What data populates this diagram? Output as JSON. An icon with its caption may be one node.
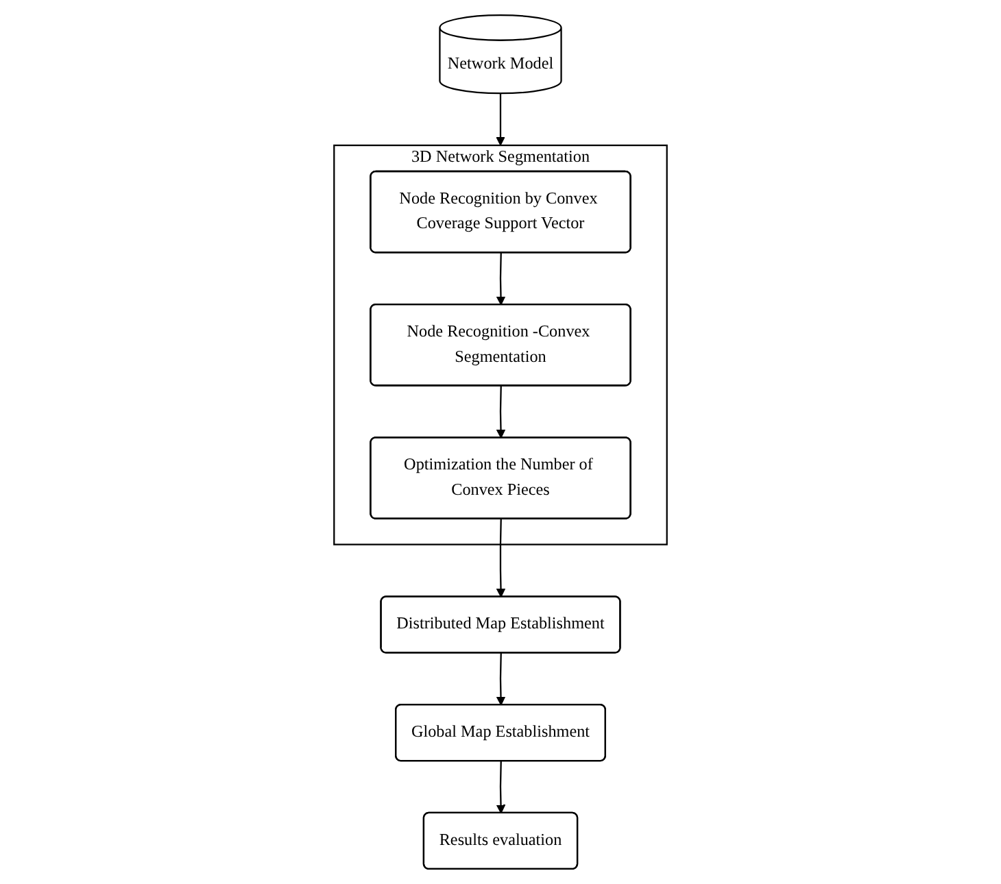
{
  "diagram": {
    "nodes": [
      {
        "text": [
          "Network Model"
        ]
      },
      {
        "text": [
          "3D Network Segmentation"
        ]
      },
      {
        "text": [
          "Node Recognition by Convex Coverage Support Vector"
        ],
        "in": 1
      },
      {
        "text": [
          "Node Recognition -Convex Segmentation"
        ],
        "in": 1
      },
      {
        "text": [
          "Optimization the Number of Convex Pieces"
        ],
        "in": 1
      },
      {
        "text": [
          "Distributed Map Establishment"
        ]
      },
      {
        "text": [
          "Global Map Establishment"
        ]
      },
      {
        "text": [
          "Results evaluation"
        ]
      }
    ],
    "edges": [
      {
        "from": 0,
        "to": 1,
        "arrow": "to"
      },
      {
        "from": 2,
        "to": 3,
        "arrow": "to"
      },
      {
        "from": 3,
        "to": 4,
        "arrow": "to"
      },
      {
        "from": 4,
        "to": 5,
        "arrow": "to"
      },
      {
        "from": 5,
        "to": 6,
        "arrow": "to"
      },
      {
        "from": 6,
        "to": 7,
        "arrow": "to"
      }
    ]
  }
}
